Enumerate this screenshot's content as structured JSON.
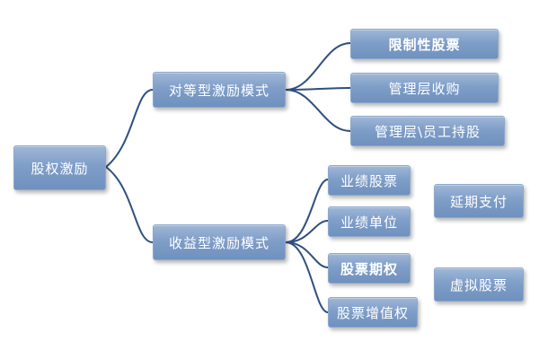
{
  "diagram": {
    "root": "股权激励",
    "branches": [
      {
        "label": "对等型激励模式",
        "children": [
          "限制性股票",
          "管理层收购",
          "管理层\\员工持股"
        ]
      },
      {
        "label": "收益型激励模式",
        "children": [
          "业绩股票",
          "业绩单位",
          "股票期权",
          "股票增值权"
        ]
      }
    ],
    "side_nodes": [
      "延期支付",
      "虚拟股票"
    ]
  },
  "colors": {
    "node_fill": "#7f9ec8",
    "node_text": "#ffffff",
    "connector": "#2f4f80"
  }
}
